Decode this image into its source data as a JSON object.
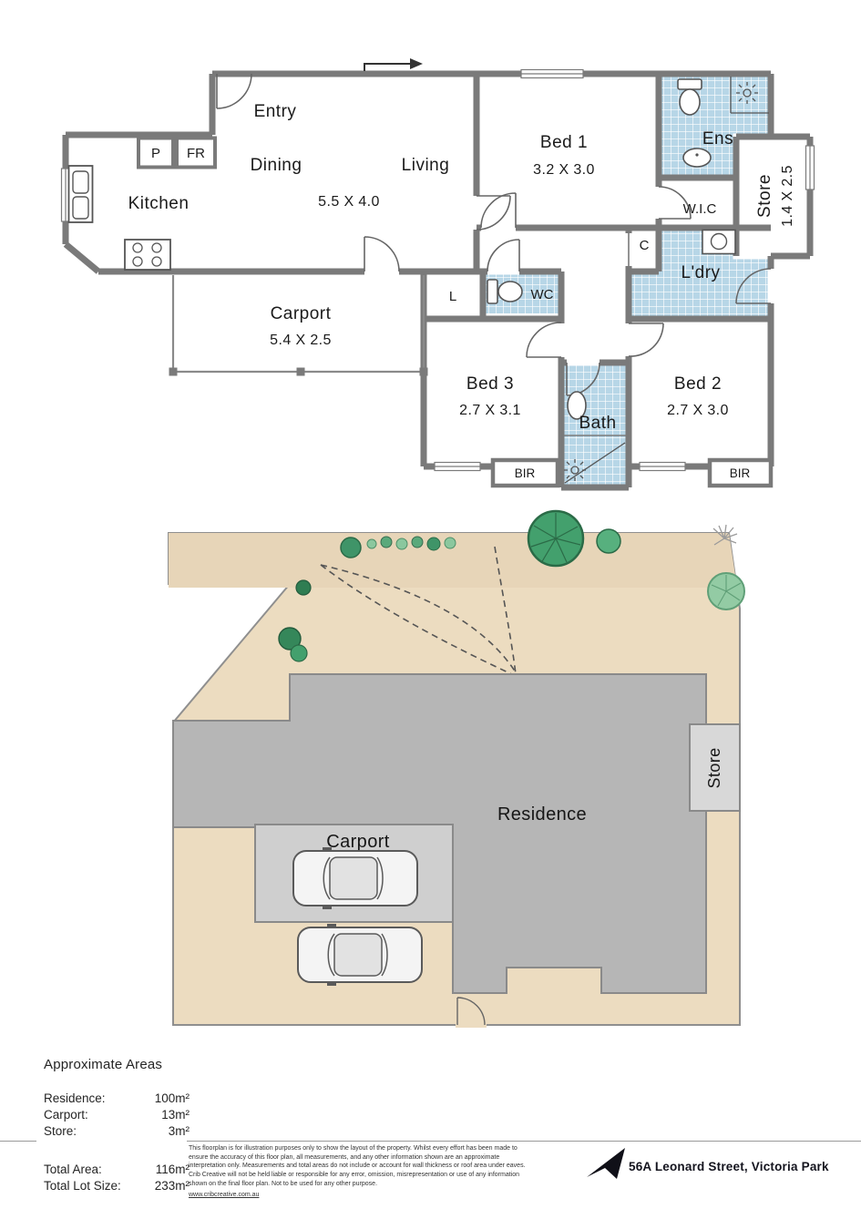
{
  "floorplan": {
    "entry_label": "Entry",
    "dining_label": "Dining",
    "living_label": "Living",
    "dining_living_dims": "5.5 X 4.0",
    "kitchen_label": "Kitchen",
    "pantry_label": "P",
    "fridge_label": "FR",
    "bed1_label": "Bed 1",
    "bed1_dims": "3.2 X 3.0",
    "ens_label": "Ens",
    "wic_label": "W.I.C",
    "store_label": "Store",
    "store_dims": "1.4 X 2.5",
    "cupboard_label": "C",
    "laundry_label": "L'dry",
    "linen_label": "L",
    "wc_label": "WC",
    "carport_label": "Carport",
    "carport_dims": "5.4 X 2.5",
    "bed3_label": "Bed 3",
    "bed3_dims": "2.7 X 3.1",
    "bath_label": "Bath",
    "bed2_label": "Bed 2",
    "bed2_dims": "2.7 X 3.0",
    "bir_left_label": "BIR",
    "bir_right_label": "BIR"
  },
  "siteplan": {
    "residence_label": "Residence",
    "carport_label": "Carport",
    "store_label": "Store"
  },
  "areas": {
    "title": "Approximate Areas",
    "rows": [
      {
        "label": "Residence:",
        "value": "100m²"
      },
      {
        "label": "Carport:",
        "value": "13m²"
      },
      {
        "label": "Store:",
        "value": "3m²"
      }
    ],
    "totals": [
      {
        "label": "Total Area:",
        "value": "116m²"
      },
      {
        "label": "Total Lot Size:",
        "value": "233m²"
      }
    ]
  },
  "footer": {
    "disclaimer": "This floorplan is for illustration purposes only to show the layout of the property. Whilst every effort has been made to ensure the accuracy of this floor plan, all measurements, and any other information shown are an approximate interpretation only. Measurements and total areas do not include or account for wall thickness or roof area under eaves. Crib Creative will not be held liable or responsible for any error, omission, misrepresentation or use of any information shown on the final floor plan. Not to be used for any other purpose.",
    "website": "www.cribcreative.com.au",
    "address": "56A Leonard Street, Victoria Park"
  },
  "colors": {
    "wall_gray": "#7a7a7a",
    "tile_blue": "#b7d6e7",
    "lot_tan": "#ecdcc0",
    "residence_gray": "#b6b6b6",
    "carport_gray": "#cfcfcf",
    "tree_green": "#43a06d"
  }
}
